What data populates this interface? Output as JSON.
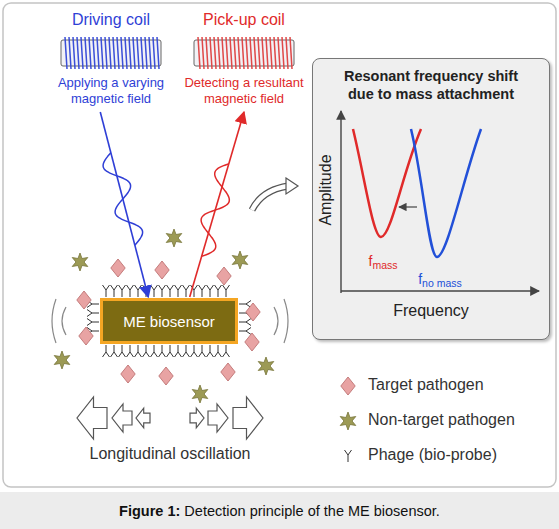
{
  "diagram": {
    "caption": "Figure 1: Detection principle of the ME biosensor.",
    "nodes": [
      {
        "text": [
          "Driving coil",
          "Applying a varying magnetic field"
        ]
      },
      {
        "text": [
          "Pick-up coil",
          "Detecting a resultant magnetic field"
        ]
      },
      {
        "text": [
          "Resonant frequency shift due to mass attachment"
        ]
      },
      {
        "text": [
          "ME biosensor"
        ]
      }
    ],
    "edges": [
      {
        "from": 0,
        "to": 3,
        "arrow": "to"
      },
      {
        "from": 3,
        "to": 1,
        "arrow": "to"
      }
    ],
    "labels": [
      "Amplitude",
      "fmass",
      "fno mass",
      "Frequency",
      "Longitudinal oscillation"
    ],
    "legend": [
      {
        "text": "Target pathogen"
      },
      {
        "text": "Non-target pathogen"
      },
      {
        "text": "Phage (bio-probe)"
      }
    ]
  }
}
